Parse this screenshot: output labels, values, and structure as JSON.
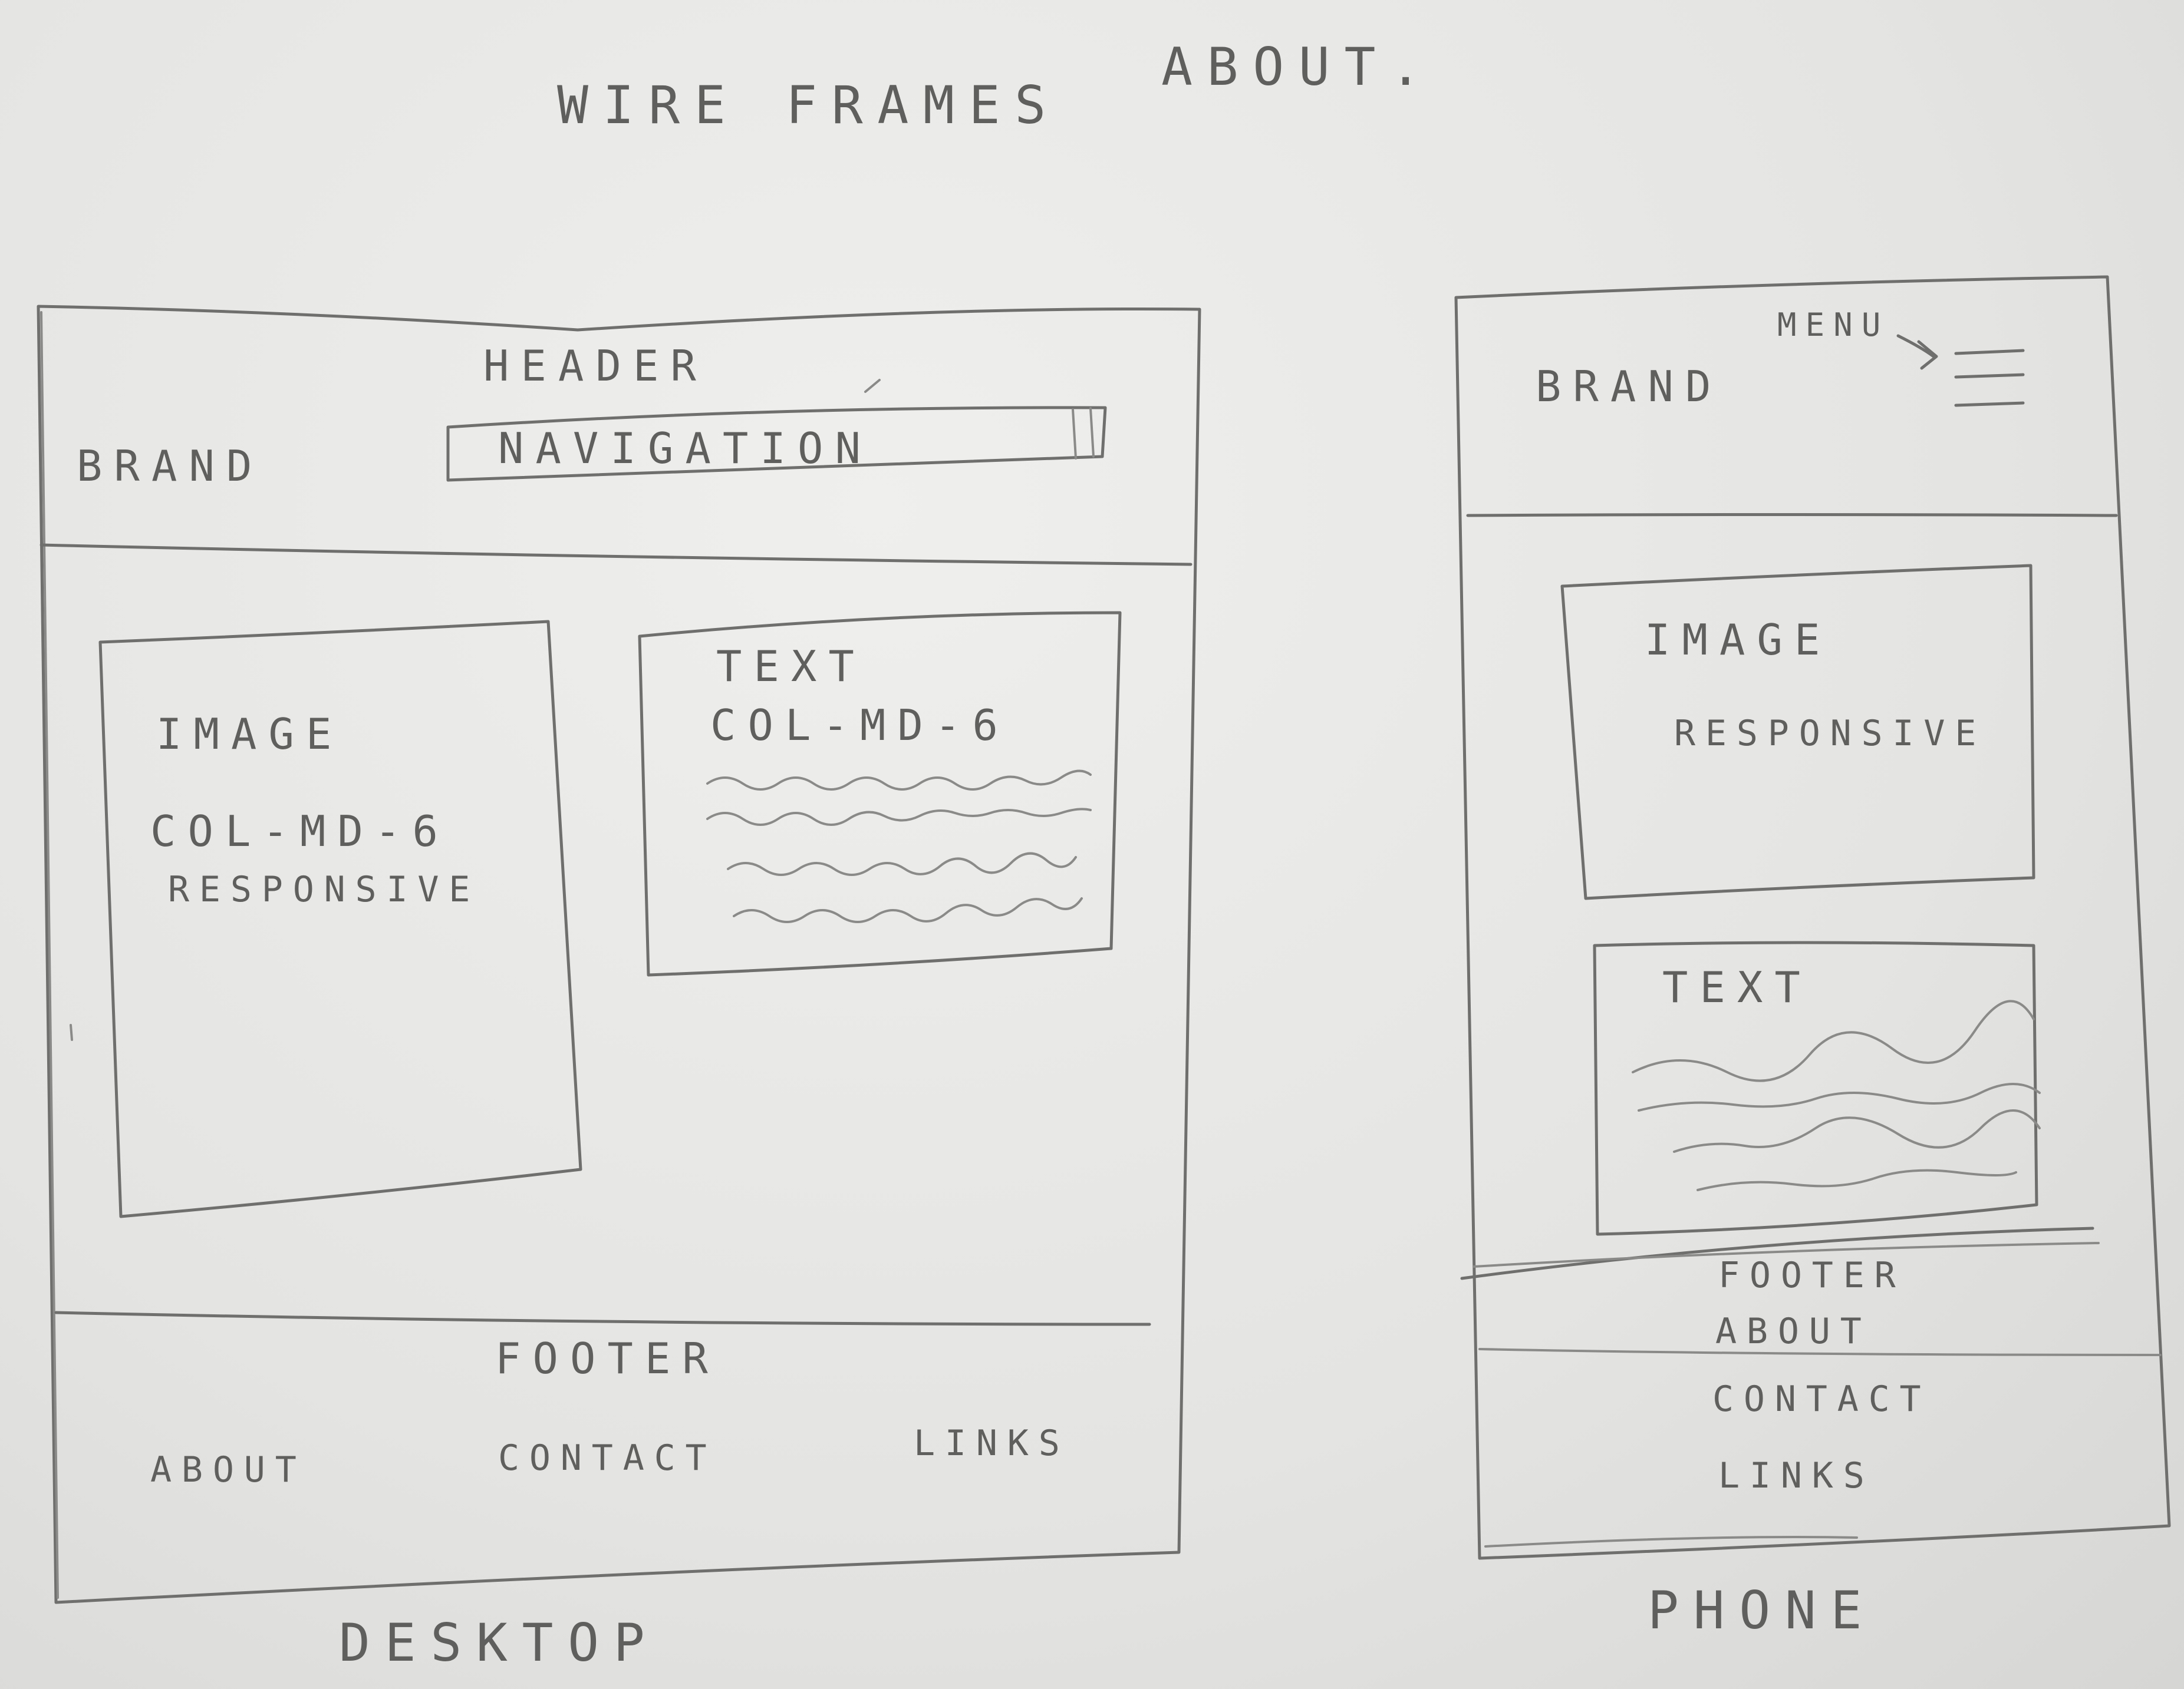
{
  "page": {
    "title_left": "WIRE FRAMES",
    "title_right": "ABOUT."
  },
  "desktop": {
    "caption": "DESKTOP",
    "header_label": "HEADER",
    "brand": "BRAND",
    "navigation": "NAVIGATION",
    "image_box": {
      "line1": "IMAGE",
      "line2": "COL-MD-6",
      "line3": "RESPONSIVE"
    },
    "text_box": {
      "line1": "TEXT",
      "line2": "COL-MD-6"
    },
    "footer_label": "FOOTER",
    "footer_links": [
      "ABOUT",
      "CONTACT",
      "LINKS"
    ]
  },
  "phone": {
    "caption": "PHONE",
    "brand": "BRAND",
    "menu": "MENU",
    "image_box": {
      "line1": "IMAGE",
      "line2": "RESPONSIVE"
    },
    "text_box": {
      "line1": "TEXT"
    },
    "footer_label": "FOOTER",
    "footer_links": [
      "ABOUT",
      "CONTACT",
      "LINKS"
    ]
  },
  "colors": {
    "paper": "#e6e6e4",
    "pencil": "#6f6f6d"
  }
}
